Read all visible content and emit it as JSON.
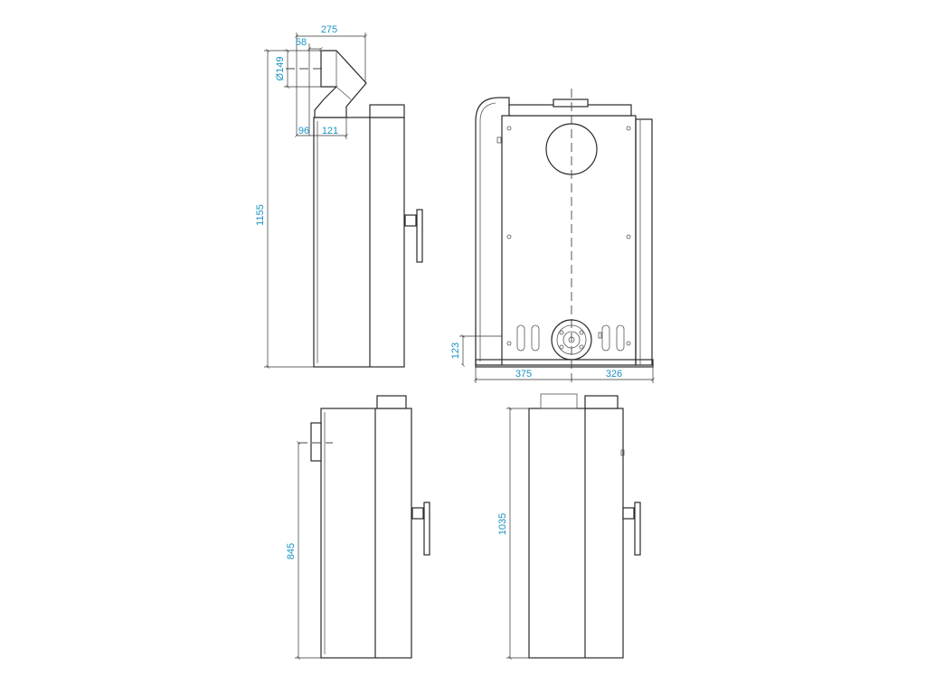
{
  "colors": {
    "dimension_text": "#1a93c4",
    "line": "#2a2a2a",
    "background": "#ffffff"
  },
  "dimensions": {
    "flue_offset": "275",
    "flue_collar": "58",
    "flue_diameter": "Ø149",
    "flue_base_left": "96",
    "flue_base_right": "121",
    "height_with_flue": "1155",
    "bottom_outlet_height": "123",
    "rear_width_left": "375",
    "rear_width_right": "326",
    "side_outlet_height": "845",
    "body_height": "1035"
  }
}
